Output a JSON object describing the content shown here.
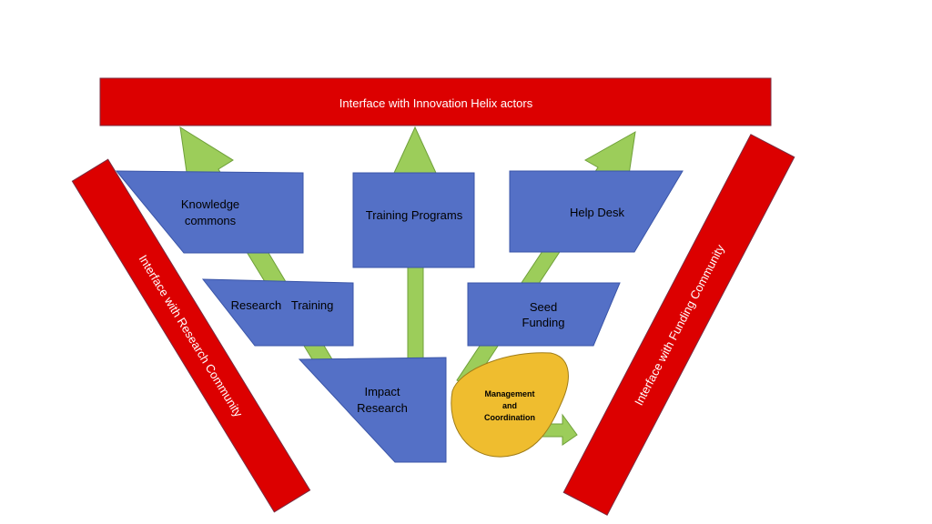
{
  "colors": {
    "red_bar": "#dc0000",
    "red_stroke": "#7a2b3f",
    "blue_shape": "#5470c6",
    "blue_stroke": "#3a55a8",
    "green_arrow": "#9ccd5a",
    "green_stroke": "#6fa03a",
    "yellow_blob": "#efbd2f",
    "yellow_stroke": "#a07d18"
  },
  "bars": {
    "top": "Interface with Innovation Helix actors",
    "left": "Interface with Research Community",
    "right": "Interface with Funding Community"
  },
  "nodes": {
    "knowledge_commons": [
      "Knowledge",
      "commons"
    ],
    "training_programs": "Training Programs",
    "help_desk": "Help Desk",
    "research_training": "Research   Training",
    "seed_funding": [
      "Seed",
      "Funding"
    ],
    "impact_research": [
      "Impact",
      "Research"
    ],
    "management": [
      "Management",
      "and",
      "Coordination"
    ]
  }
}
